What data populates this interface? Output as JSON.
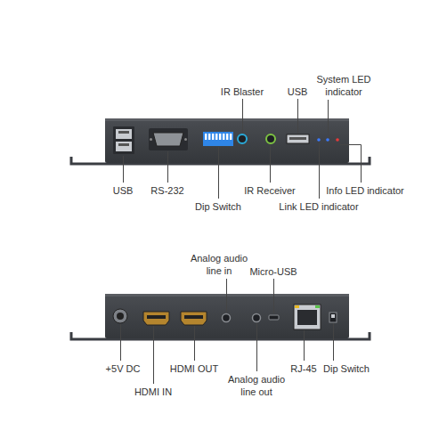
{
  "diagram": {
    "labels": [
      "IR Blaster",
      "System LED indicator",
      "USB",
      "USB",
      "RS-232",
      "Dip Switch",
      "IR Receiver",
      "Info LED indicator",
      "Link LED indicator",
      "Analog audio line in",
      "Micro-USB",
      "+5V DC",
      "HDMI IN",
      "HDMI OUT",
      "Analog audio line out",
      "RJ-45",
      "Dip Switch"
    ]
  }
}
